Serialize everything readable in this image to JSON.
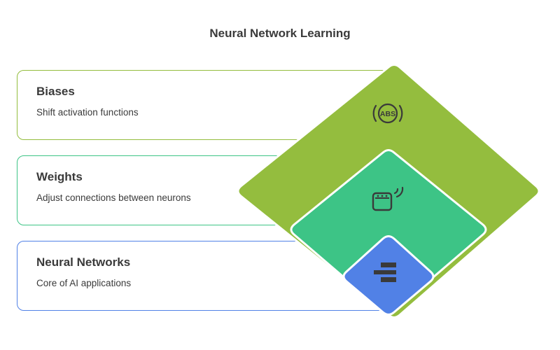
{
  "title": "Neural Network Learning",
  "layers": [
    {
      "title": "Biases",
      "description": "Shift activation functions",
      "color": "#94bd3e",
      "icon": "abs-icon"
    },
    {
      "title": "Weights",
      "description": "Adjust connections between neurons",
      "color": "#3dc486",
      "icon": "scale-icon"
    },
    {
      "title": "Neural Networks",
      "description": "Core of AI applications",
      "color": "#5181e6",
      "icon": "divide-icon"
    }
  ],
  "icon_labels": {
    "abs": "ABS"
  }
}
